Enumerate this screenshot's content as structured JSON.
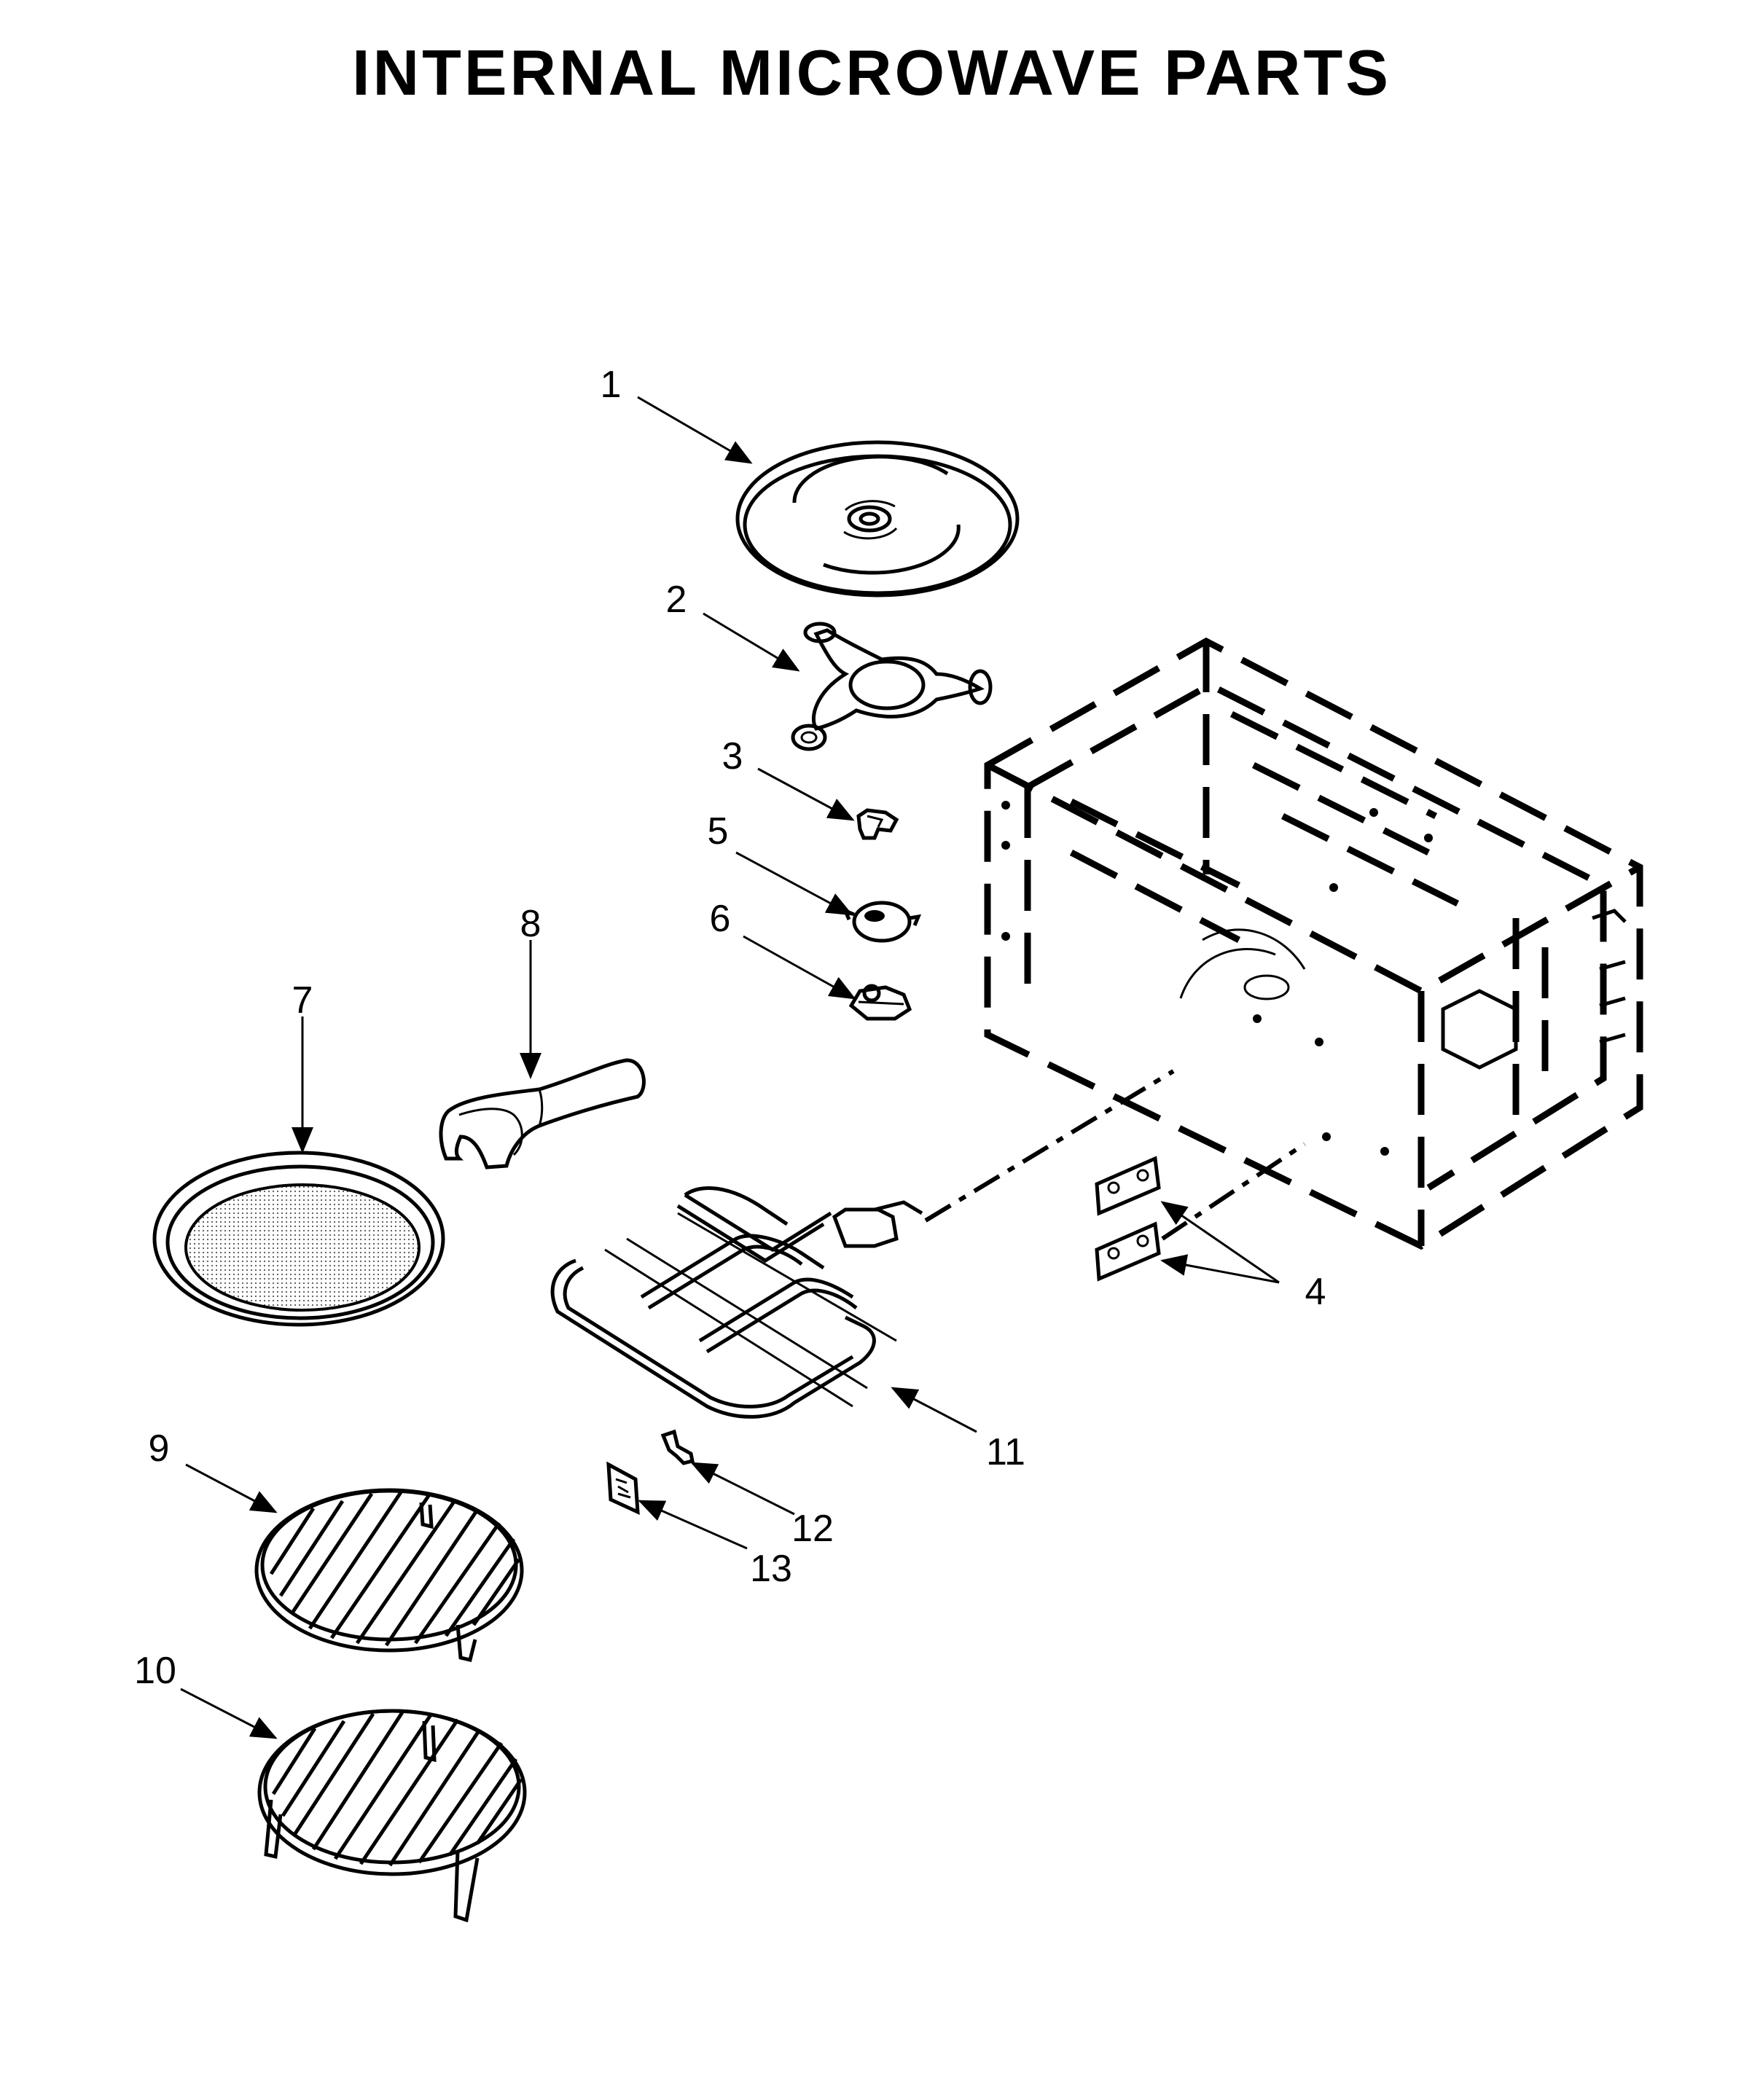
{
  "title": "INTERNAL MICROWAVE PARTS",
  "callouts": {
    "c1": "1",
    "c2": "2",
    "c3": "3",
    "c4": "4",
    "c5": "5",
    "c6": "6",
    "c7": "7",
    "c8": "8",
    "c9": "9",
    "c10": "10",
    "c11": "11",
    "c12": "12",
    "c13": "13"
  }
}
